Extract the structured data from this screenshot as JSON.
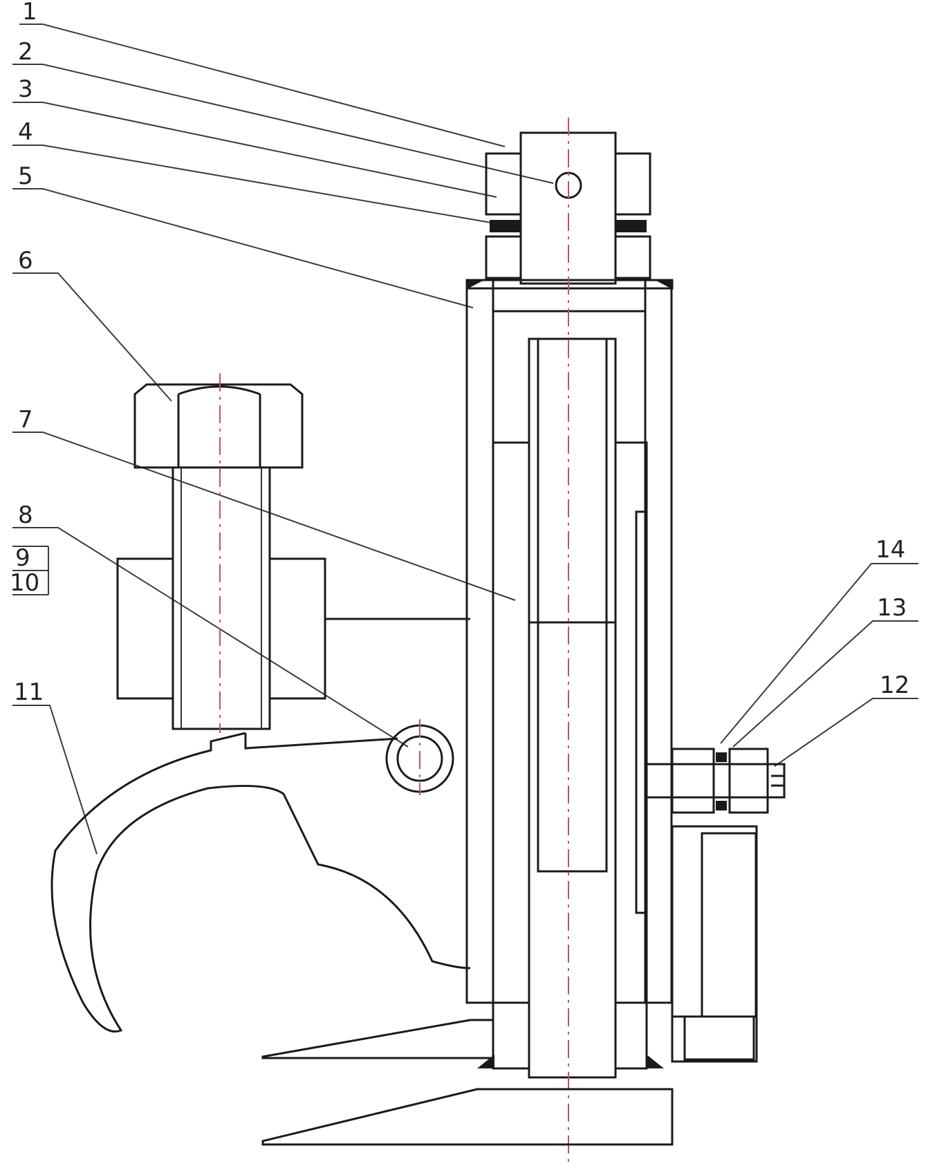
{
  "diagram": {
    "callouts": [
      "1",
      "2",
      "3",
      "4",
      "5",
      "6",
      "7",
      "8",
      "9",
      "10",
      "11",
      "12",
      "13",
      "14"
    ],
    "colors": {
      "line": "#1a1a1a",
      "centerline": "#c0506a",
      "background": "#ffffff"
    }
  }
}
